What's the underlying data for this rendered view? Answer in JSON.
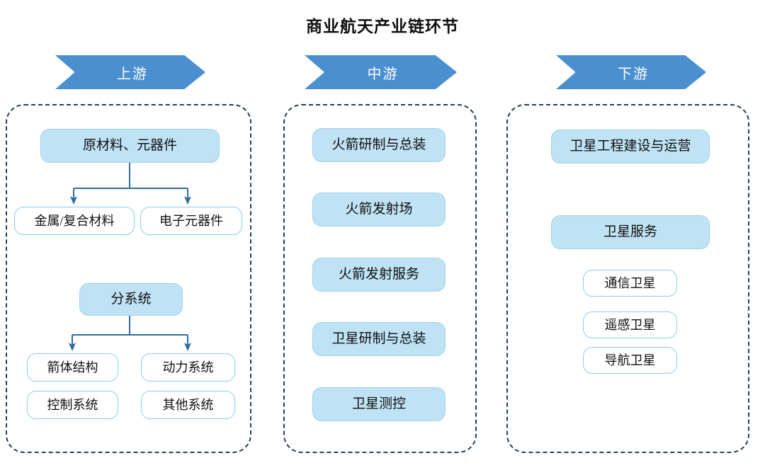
{
  "title": "商业航天产业链环节",
  "colors": {
    "banner_blue": "#4a8fd0",
    "node_fill": "#bfe3f4",
    "node_border": "#8ecbe8",
    "dashed_border": "#2c3e50",
    "connector": "#2e6e96"
  },
  "columns": [
    {
      "id": "upstream",
      "banner_label": "上游",
      "nodes": [
        {
          "id": "raw-materials",
          "label": "原材料、元器件",
          "style": "filled"
        },
        {
          "id": "metal-composite",
          "label": "金属/复合材料",
          "style": "hollow"
        },
        {
          "id": "electronic-components",
          "label": "电子元器件",
          "style": "hollow"
        },
        {
          "id": "subsystem",
          "label": "分系统",
          "style": "filled"
        },
        {
          "id": "rocket-structure",
          "label": "箭体结构",
          "style": "hollow"
        },
        {
          "id": "power-system",
          "label": "动力系统",
          "style": "hollow"
        },
        {
          "id": "control-system",
          "label": "控制系统",
          "style": "hollow"
        },
        {
          "id": "other-system",
          "label": "其他系统",
          "style": "hollow"
        }
      ]
    },
    {
      "id": "midstream",
      "banner_label": "中游",
      "nodes": [
        {
          "id": "rocket-development",
          "label": "火箭研制与总装",
          "style": "filled"
        },
        {
          "id": "launch-site",
          "label": "火箭发射场",
          "style": "filled"
        },
        {
          "id": "launch-service",
          "label": "火箭发射服务",
          "style": "filled"
        },
        {
          "id": "satellite-development",
          "label": "卫星研制与总装",
          "style": "filled"
        },
        {
          "id": "satellite-tracking",
          "label": "卫星测控",
          "style": "filled"
        }
      ]
    },
    {
      "id": "downstream",
      "banner_label": "下游",
      "nodes": [
        {
          "id": "satellite-engineering",
          "label": "卫星工程建设与运营",
          "style": "filled"
        },
        {
          "id": "satellite-service",
          "label": "卫星服务",
          "style": "filled"
        },
        {
          "id": "communication-satellite",
          "label": "通信卫星",
          "style": "hollow"
        },
        {
          "id": "remote-sensing-satellite",
          "label": "遥感卫星",
          "style": "hollow"
        },
        {
          "id": "navigation-satellite",
          "label": "导航卫星",
          "style": "hollow"
        }
      ]
    }
  ]
}
